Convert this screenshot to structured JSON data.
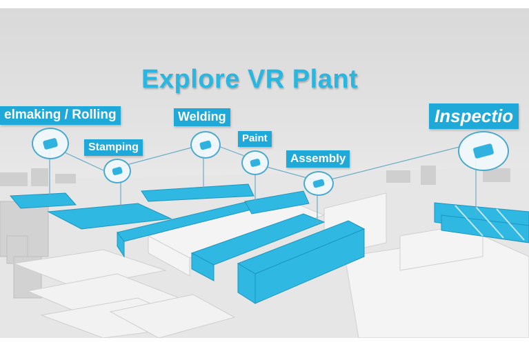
{
  "title": "Explore VR Plant",
  "labels": {
    "steelmaking": "elmaking / Rolling",
    "stamping": "Stamping",
    "welding": "Welding",
    "paint": "Paint",
    "assembly": "Assembly",
    "inspection": "Inspectio"
  },
  "icons": {
    "steelmaking": "coil-icon",
    "stamping": "press-icon",
    "welding": "robot-arm-icon",
    "paint": "paint-robot-icon",
    "assembly": "car-body-icon",
    "inspection": "car-icon"
  },
  "colors": {
    "accent": "#1fa9d9",
    "title": "#29b6e0",
    "buildings": "#2fb8e2"
  }
}
